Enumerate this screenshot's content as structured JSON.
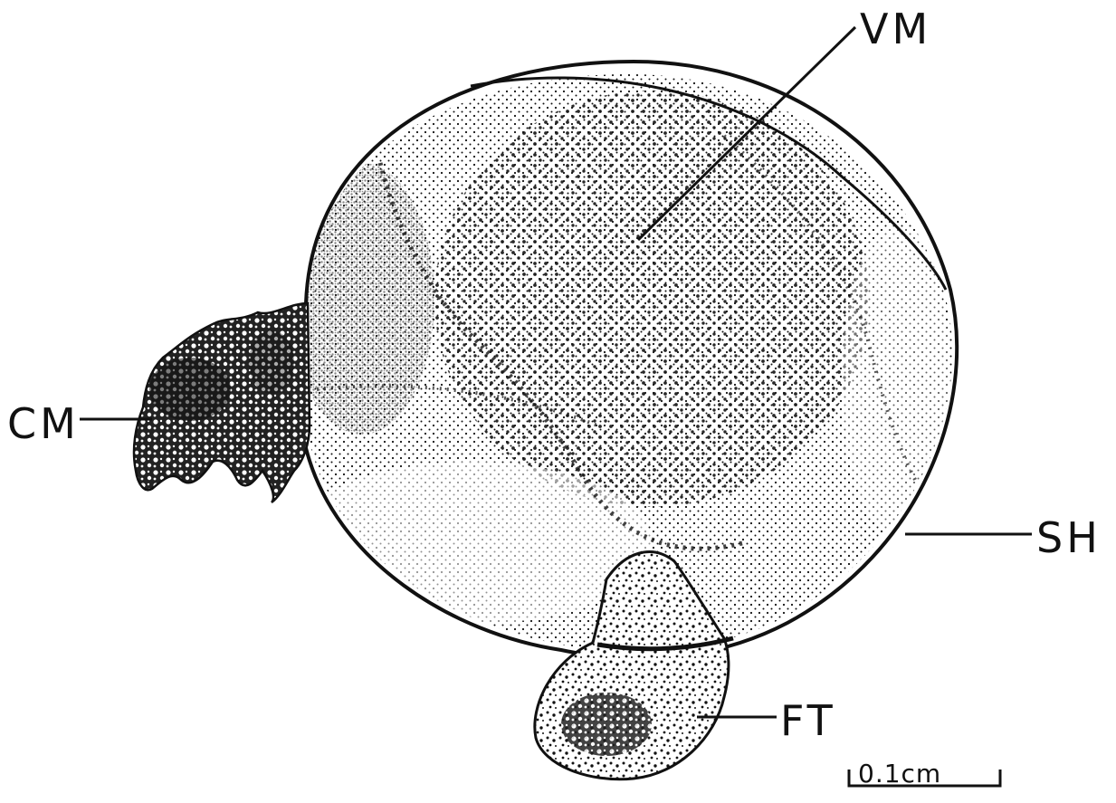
{
  "labels": {
    "vm": "VM",
    "cm": "CM",
    "sh": "SH",
    "ft": "FT"
  },
  "scale_bar": {
    "label": "0.1cm"
  },
  "colors": {
    "ink": "#111111",
    "paper": "#ffffff"
  }
}
